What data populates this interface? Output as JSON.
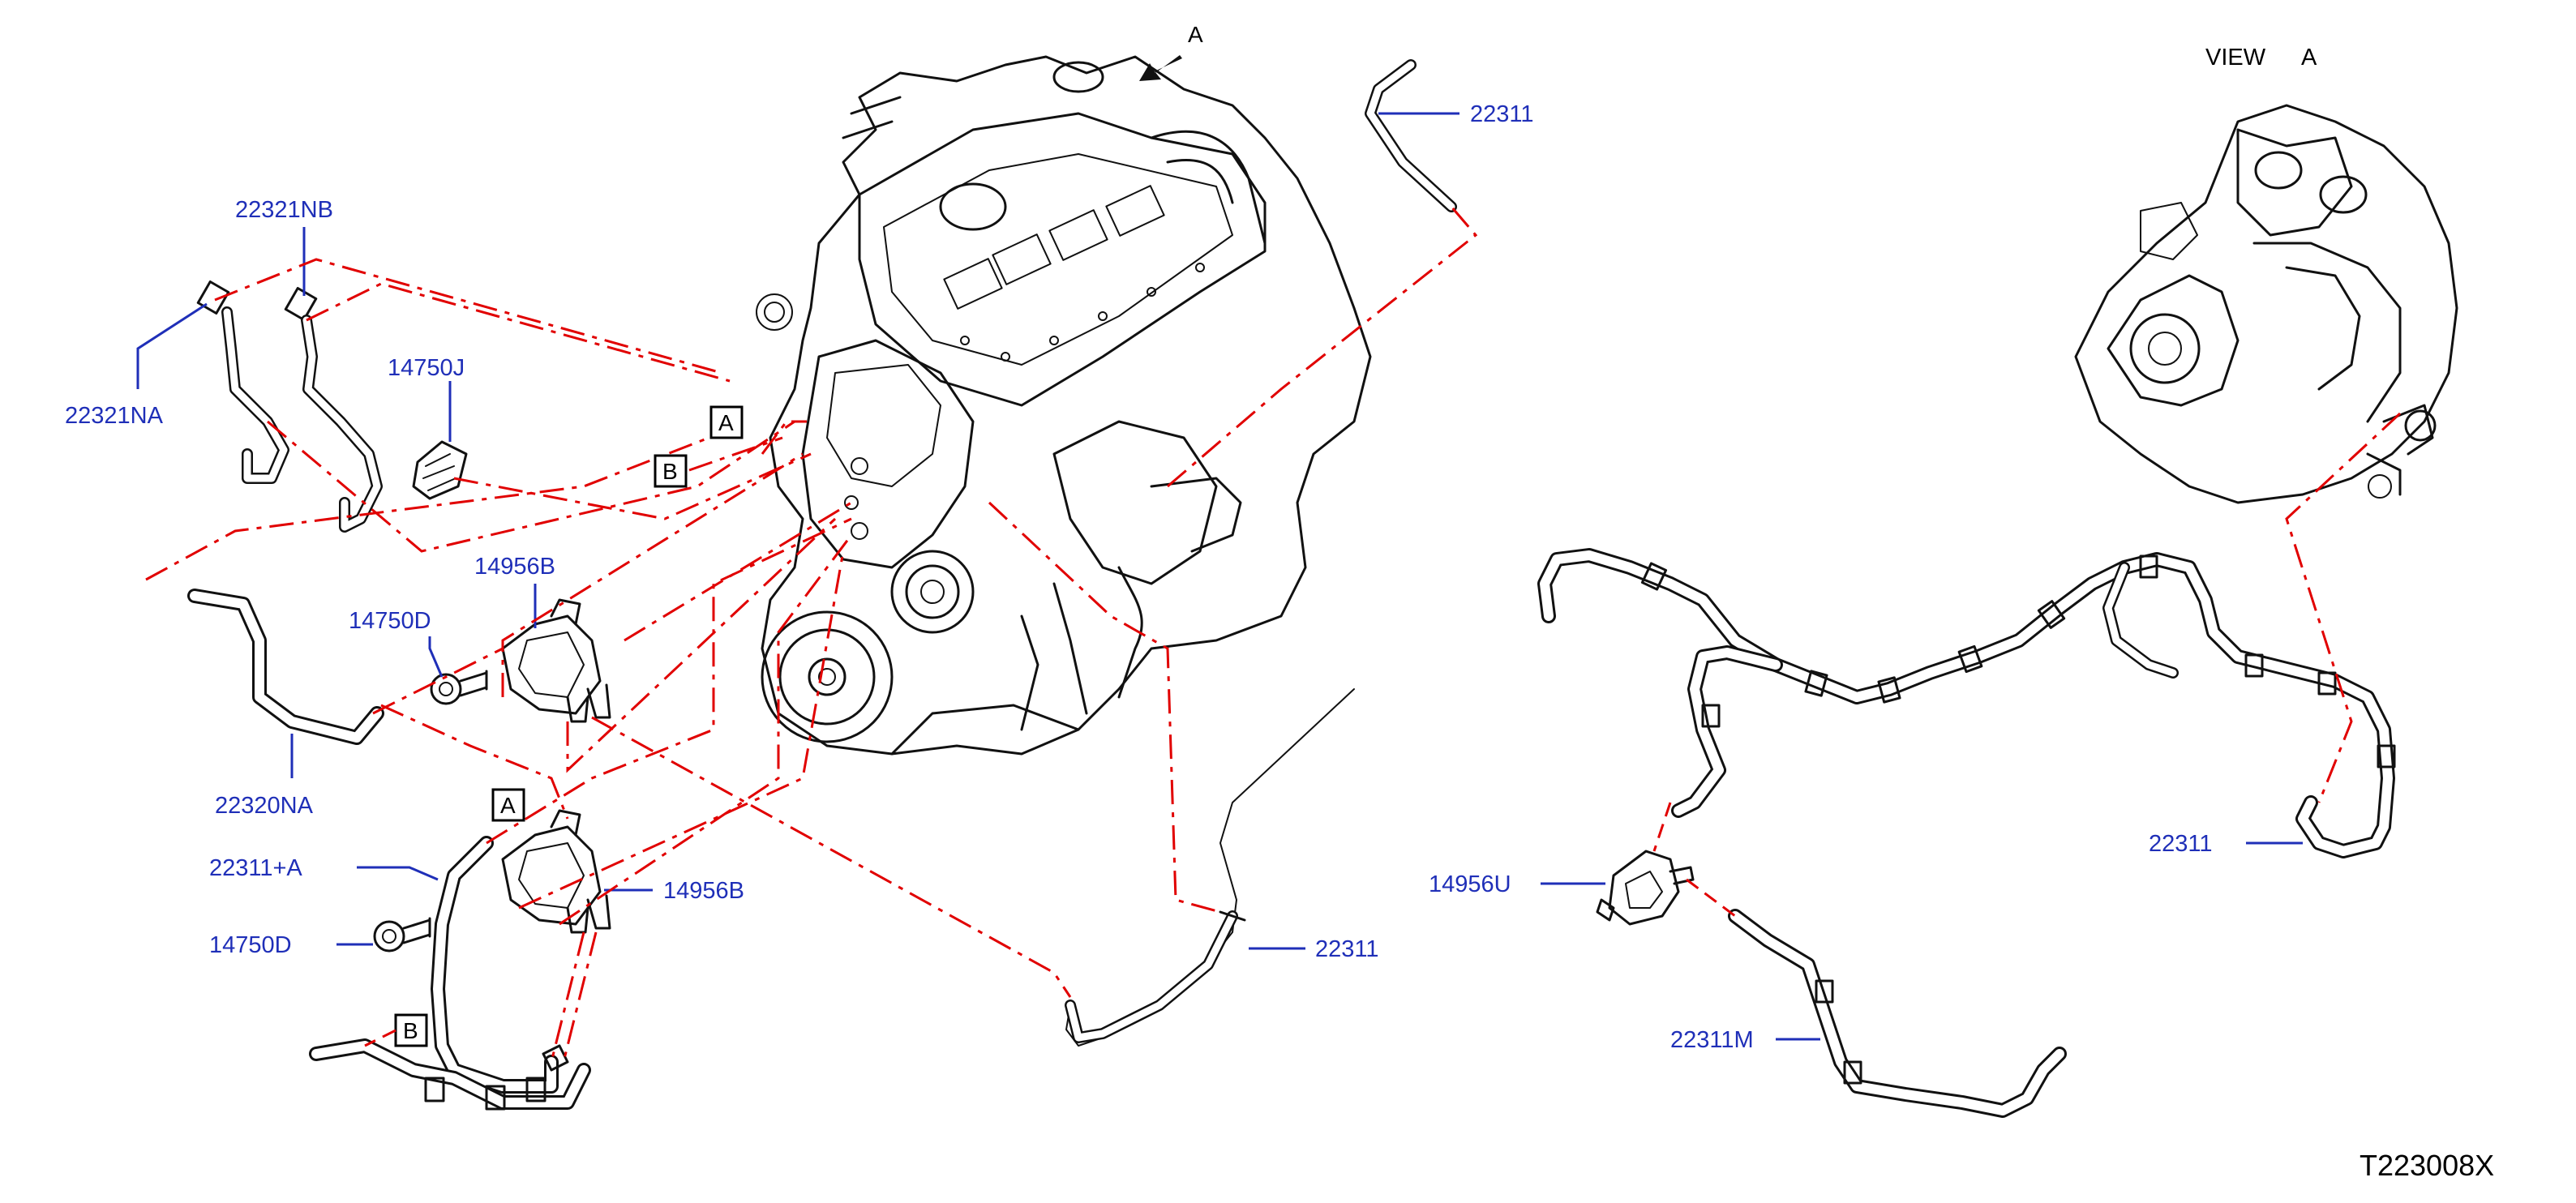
{
  "diagram_id": "T223008X",
  "view_title": "VIEW",
  "view_letter": "A",
  "arrow_letter": "A",
  "ref_boxes": [
    "A",
    "B",
    "A",
    "B"
  ],
  "labels": {
    "l_22311_top": "22311",
    "l_22321NB": "22321NB",
    "l_22321NA": "22321NA",
    "l_14750J": "14750J",
    "l_14956B_upper": "14956B",
    "l_14750D_upper": "14750D",
    "l_22320NA": "22320NA",
    "l_22311A": "22311+A",
    "l_14956B_lower": "14956B",
    "l_14750D_lower": "14750D",
    "l_22311_mid": "22311",
    "l_14956U": "14956U",
    "l_22311M": "22311M",
    "l_22311_right": "22311"
  },
  "colors": {
    "label": "#1f2fb8",
    "phantom_line": "#e10000",
    "ink": "#111111"
  }
}
